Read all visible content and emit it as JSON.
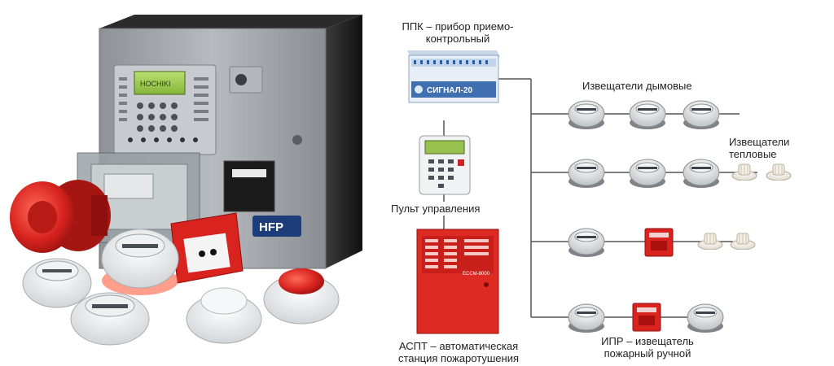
{
  "labels": {
    "ppk_line1": "ППК – прибор приемо-",
    "ppk_line2": "контрольный",
    "pult": "Пульт управления",
    "smoke": "Извещатели дымовые",
    "heat": "Извещатели тепловые",
    "aspt_line1": "АСПТ – автоматическая",
    "aspt_line2": "станция пожаротушения",
    "ipr_line1": "ИПР – извещатель",
    "ipr_line2": "пожарный ручной"
  },
  "branding": {
    "panel_logo": "HOCHIKI",
    "panel_badge": "HFP",
    "ppk_brand": "СИГНАЛ-20",
    "aspt_brand": "ЕССМ-8000"
  },
  "colors": {
    "line": "#555555",
    "alarm_red": "#d8231f",
    "panel_grey": "#9a9ea2",
    "lcd_green": "#9fcc55"
  }
}
